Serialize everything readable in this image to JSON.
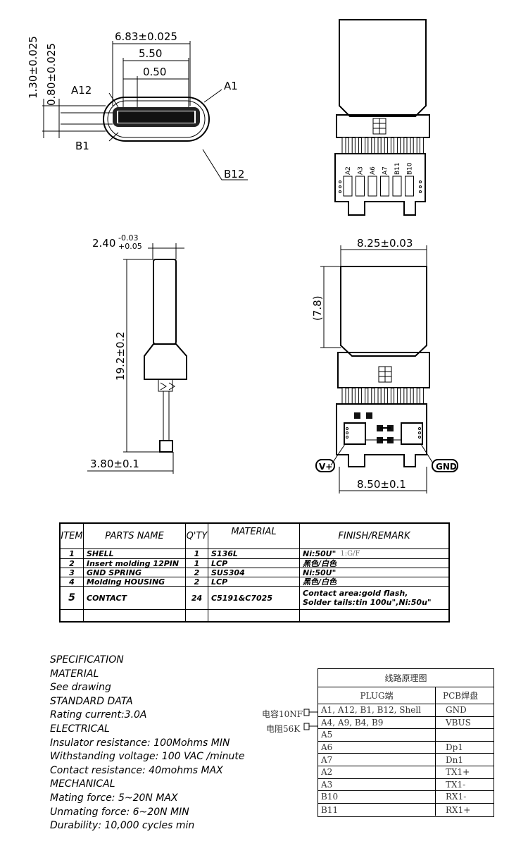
{
  "dimensions": {
    "front_width": "6.83±0.025",
    "front_inner": "5.50",
    "front_pitch": "0.50",
    "height_outer": "1.30±0.025",
    "height_inner": "0.80±0.025",
    "pcb_thickness": "2.40",
    "pcb_tol_upper": "-0.03",
    "pcb_tol_lower": "+0.05",
    "side_length": "19.2±0.2",
    "side_base": "3.80±0.1",
    "bottom_width": "8.25±0.03",
    "bottom_height": "(7.8)",
    "bottom_pcb_width": "8.50±0.1"
  },
  "pin_labels": {
    "a12": "A12",
    "a1": "A1",
    "b1": "B1",
    "b12": "B12",
    "top_pads": [
      "A2",
      "A3",
      "A6",
      "A7",
      "B11",
      "B10"
    ]
  },
  "polarity": {
    "vplus": "V+",
    "gnd": "GND"
  },
  "parts_table": {
    "headers": [
      "ITEM",
      "PARTS NAME",
      "Q'TY",
      "MATERIAL",
      "FINISH/REMARK"
    ],
    "rows": [
      {
        "item": "1",
        "name": "SHELL",
        "qty": "1",
        "material": "S136L",
        "finish": "Ni:50U\"",
        "extra": "1:G/F"
      },
      {
        "item": "2",
        "name": "Insert molding 12PIN",
        "qty": "1",
        "material": "LCP",
        "finish": "黑色/白色",
        "extra": ""
      },
      {
        "item": "3",
        "name": "GND SPRING",
        "qty": "2",
        "material": "SUS304",
        "finish": "Ni:50U\"",
        "extra": ""
      },
      {
        "item": "4",
        "name": "Molding HOUSING",
        "qty": "2",
        "material": "LCP",
        "finish": "黑色/白色",
        "extra": ""
      },
      {
        "item": "5",
        "name": "CONTACT",
        "qty": "24",
        "material": "C5191&C7025",
        "finish": "Contact area:gold flash,",
        "finish2": "Solder tails:tin 100u\",Ni:50u\"",
        "extra": ""
      }
    ]
  },
  "specification": [
    "SPECIFICATION",
    "MATERIAL",
    "See drawing",
    "STANDARD DATA",
    "Rating current:3.0A",
    "ELECTRICAL",
    "Insulator resistance: 100Mohms MIN",
    "Withstanding voltage: 100 VAC /minute",
    "Contact resistance: 40mohms MAX",
    "MECHANICAL",
    "Mating force: 5~20N MAX",
    "Unmating force: 6~20N MIN",
    "Durability: 10,000 cycles min"
  ],
  "circuit_table": {
    "title": "线路原理图",
    "headers": [
      "PLUG端",
      "PCB焊盘"
    ],
    "rows": [
      {
        "plug": "A1, A12, B1, B12, Shell",
        "pcb": "GND"
      },
      {
        "plug": "A4, A9, B4, B9",
        "pcb": "VBUS"
      },
      {
        "plug": "A5",
        "pcb": ""
      },
      {
        "plug": "A6",
        "pcb": "Dp1"
      },
      {
        "plug": "A7",
        "pcb": "Dn1"
      },
      {
        "plug": "A2",
        "pcb": "TX1+"
      },
      {
        "plug": "A3",
        "pcb": "TX1-"
      },
      {
        "plug": "B10",
        "pcb": "RX1-"
      },
      {
        "plug": "B11",
        "pcb": "RX1+"
      }
    ],
    "side_labels": [
      "电容10NF",
      "电阻56K"
    ]
  }
}
